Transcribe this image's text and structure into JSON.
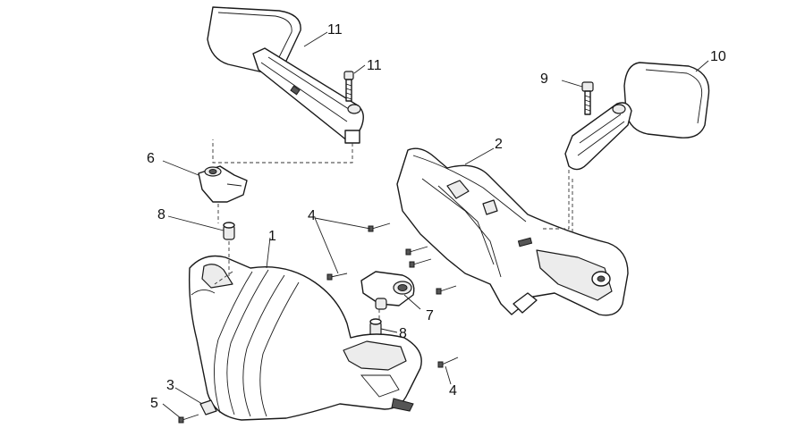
{
  "callouts": [
    {
      "id": "c1",
      "text": "1"
    },
    {
      "id": "c2",
      "text": "2"
    },
    {
      "id": "c3",
      "text": "3"
    },
    {
      "id": "c4a",
      "text": "4"
    },
    {
      "id": "c4b",
      "text": "4"
    },
    {
      "id": "c5",
      "text": "5"
    },
    {
      "id": "c6",
      "text": "6"
    },
    {
      "id": "c7",
      "text": "7"
    },
    {
      "id": "c8a",
      "text": "8"
    },
    {
      "id": "c8b",
      "text": "8"
    },
    {
      "id": "c9",
      "text": "9"
    },
    {
      "id": "c10",
      "text": "10"
    },
    {
      "id": "c11a",
      "text": "11"
    },
    {
      "id": "c11b",
      "text": "11"
    }
  ]
}
